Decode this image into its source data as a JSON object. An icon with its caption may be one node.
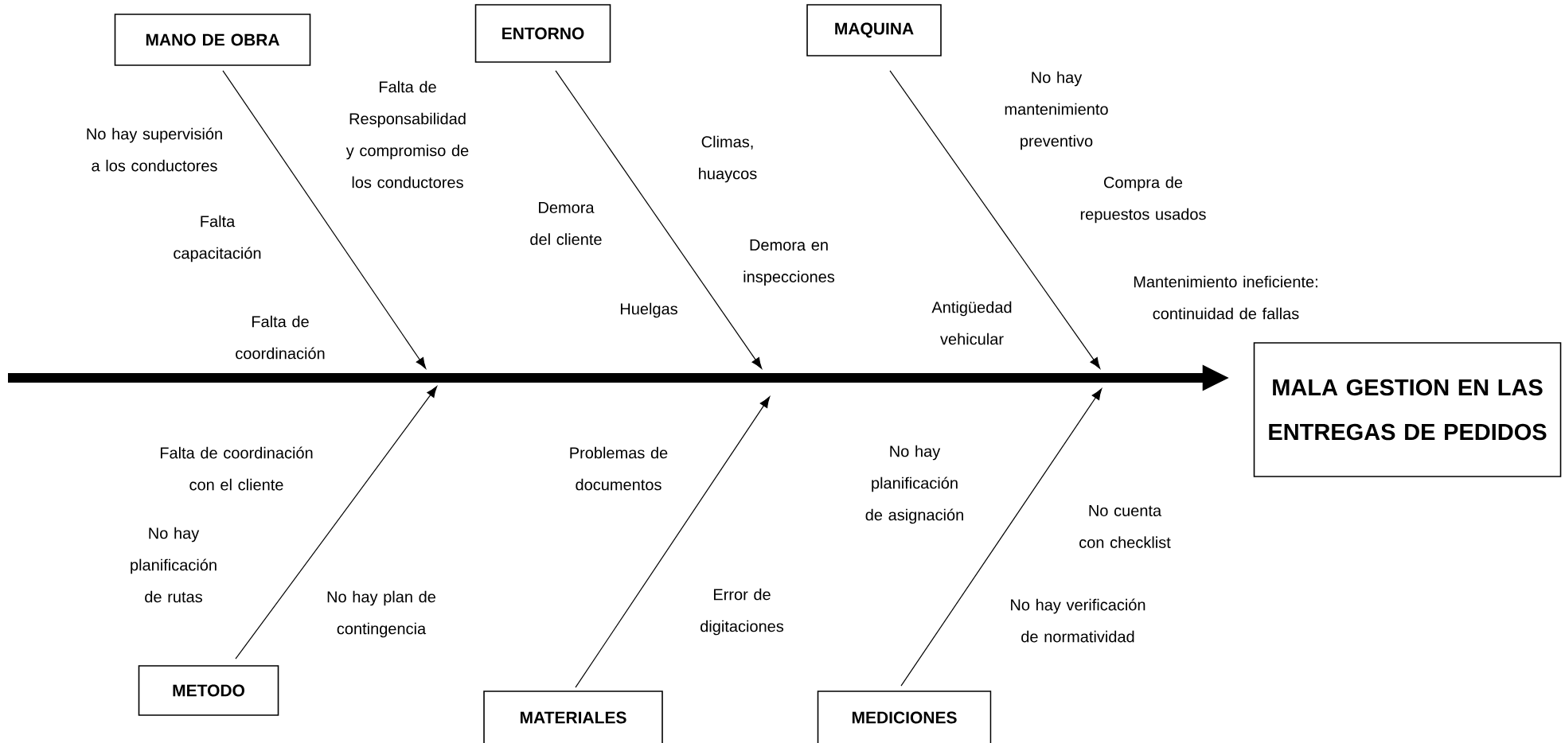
{
  "diagram": {
    "nodes": [
      {
        "text": [
          "MANO DE OBRA"
        ]
      },
      {
        "text": [
          "ENTORNO"
        ]
      },
      {
        "text": [
          "MAQUINA"
        ]
      },
      {
        "text": [
          "MALA GESTION EN LAS ENTREGAS DE PEDIDOS"
        ]
      },
      {
        "text": [
          "METODO"
        ]
      },
      {
        "text": [
          "MATERIALES"
        ]
      },
      {
        "text": [
          "MEDICIONES"
        ]
      }
    ],
    "edges": [
      {
        "from": null,
        "to": 3,
        "arrow": "to",
        "style": "thick"
      },
      {
        "from": 0,
        "to": null,
        "arrow": "to"
      },
      {
        "from": 1,
        "to": null,
        "arrow": "to"
      },
      {
        "from": 2,
        "to": null,
        "arrow": "to"
      },
      {
        "from": 4,
        "to": null,
        "arrow": "to"
      },
      {
        "from": 5,
        "to": null,
        "arrow": "to"
      },
      {
        "from": 6,
        "to": null,
        "arrow": "to"
      }
    ],
    "labels": [
      "No hay mantenimiento preventivo",
      "Falta de Responsabilidad y compromiso de los conductores",
      "No hay supervisión a los conductores",
      "Climas, huaycos",
      "Compra de repuestos usados",
      "Demora del cliente",
      "Falta capacitación",
      "Demora en inspecciones",
      "Mantenimiento ineficiente: continuidad de fallas",
      "Huelgas",
      "Antigüedad vehicular",
      "Falta de coordinación",
      "Falta de coordinación con el cliente",
      "Problemas de documentos",
      "No hay planificación de asignación",
      "No cuenta con checklist",
      "No hay planificación de rutas",
      "Error de digitaciones",
      "No hay plan de contingencia",
      "No hay verificación de normatividad"
    ]
  }
}
